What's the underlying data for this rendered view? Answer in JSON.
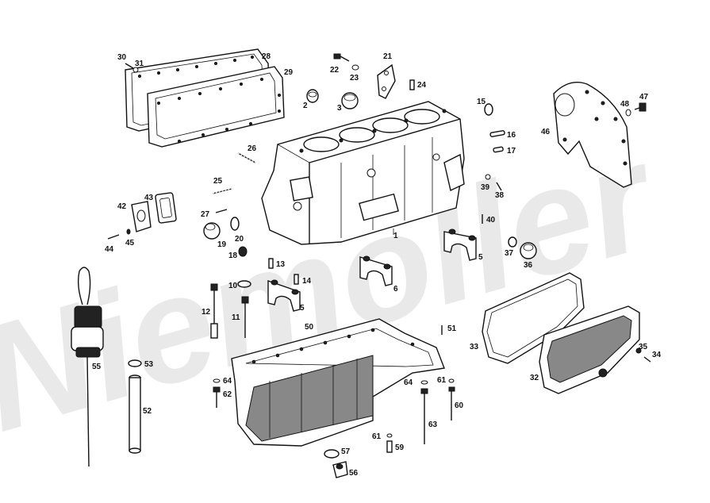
{
  "watermark": {
    "text": "Niemöller",
    "color": "#e9e9e9"
  },
  "parts": {
    "p1": "1",
    "p2": "2",
    "p3": "3",
    "p5a": "5",
    "p5b": "5",
    "p6": "6",
    "p11": "11",
    "p12": "12",
    "p13": "13",
    "p14": "14",
    "p15": "15",
    "p16": "16",
    "p17": "17",
    "p18": "18",
    "p19": "19",
    "p20": "20",
    "p21": "21",
    "p22": "22",
    "p23": "23",
    "p24": "24",
    "p25": "25",
    "p26": "26",
    "p27": "27",
    "p28": "28",
    "p29": "29",
    "p30": "30",
    "p31": "31",
    "p32": "32",
    "p33": "33",
    "p34": "34",
    "p35": "35",
    "p36": "36",
    "p37": "37",
    "p38": "38",
    "p39": "39",
    "p40": "40",
    "p42": "42",
    "p43": "43",
    "p44": "44",
    "p45": "45",
    "p46": "46",
    "p47": "47",
    "p48": "48",
    "p50": "50",
    "p51": "51",
    "p52": "52",
    "p53": "53",
    "p55": "55",
    "p56": "56",
    "p57": "57",
    "p59": "59",
    "p60": "60",
    "p61a": "61",
    "p61b": "61",
    "p62": "62",
    "p63": "63",
    "p64a": "64",
    "p64b": "64",
    "p10": "10"
  }
}
